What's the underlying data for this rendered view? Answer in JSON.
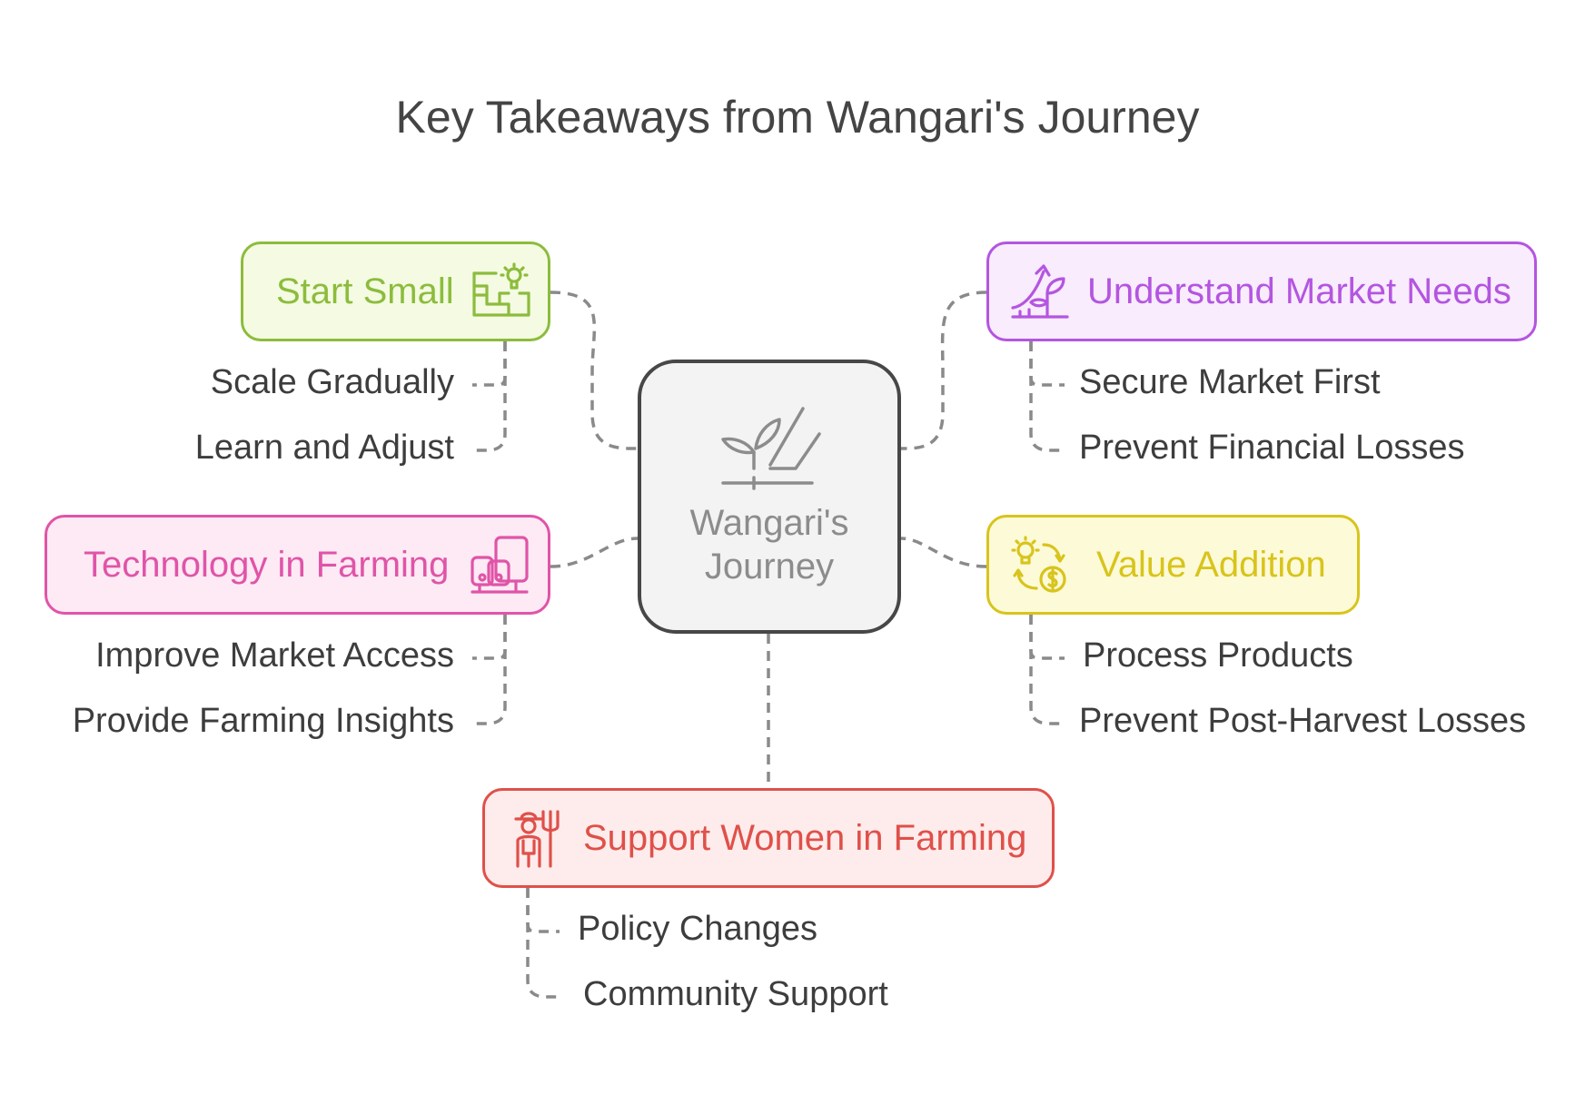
{
  "title": "Key Takeaways from Wangari's Journey",
  "center": {
    "line1": "Wangari's",
    "line2": "Journey",
    "icon": "hand-sprout-icon"
  },
  "nodes": {
    "start_small": {
      "label": "Start Small",
      "icon": "blueprint-lightbulb-icon",
      "color": "#8cbc3c",
      "fill": "#f4fbe2",
      "items": [
        "Scale Gradually",
        "Learn and Adjust"
      ]
    },
    "market_needs": {
      "label": "Understand Market Needs",
      "icon": "growth-plant-arrow-icon",
      "color": "#b455e0",
      "fill": "#f8ecfd",
      "items": [
        "Secure Market First",
        "Prevent Financial Losses"
      ]
    },
    "technology": {
      "label": "Technology in Farming",
      "icon": "smart-devices-icon",
      "color": "#e054a8",
      "fill": "#fdeaf4",
      "items": [
        "Improve Market Access",
        "Provide Farming Insights"
      ]
    },
    "value_addition": {
      "label": "Value Addition",
      "icon": "idea-to-money-icon",
      "color": "#d8c41c",
      "fill": "#fdfad8",
      "items": [
        "Process Products",
        "Prevent Post-Harvest Losses"
      ]
    },
    "women": {
      "label": "Support Women in Farming",
      "icon": "farmer-pitchfork-icon",
      "color": "#e0504a",
      "fill": "#fdeceb",
      "items": [
        "Policy Changes",
        "Community Support"
      ]
    }
  }
}
